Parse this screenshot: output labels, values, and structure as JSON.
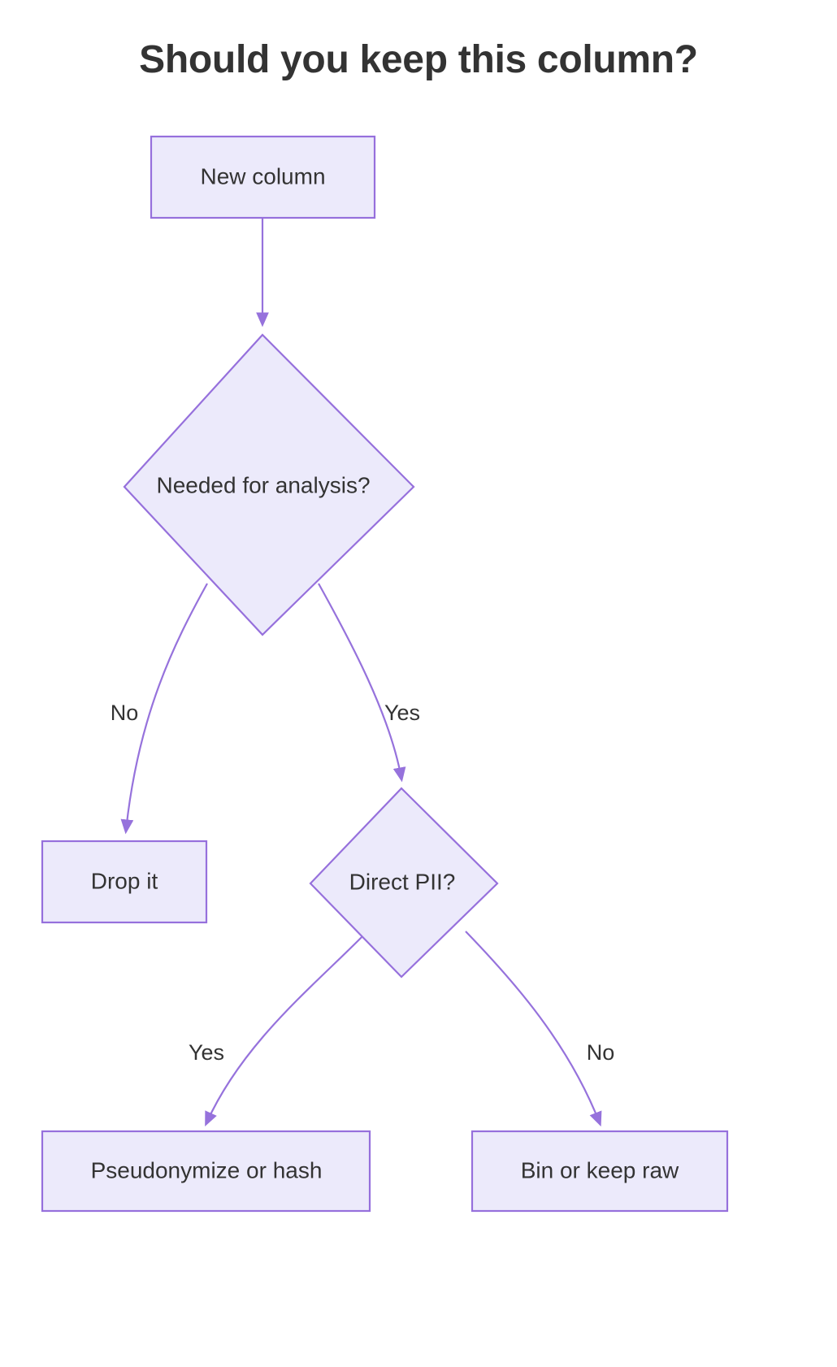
{
  "diagram": {
    "title": "Should you keep this column?",
    "type": "flowchart",
    "theme": {
      "node_fill": "#ECEAFB",
      "node_stroke": "#9670DC",
      "edge_stroke": "#9672DC",
      "text_color": "#333333",
      "title_color": "#333333",
      "background": "#FFFFFF"
    },
    "nodes": [
      {
        "id": "new-column",
        "label": "New column",
        "shape": "rect"
      },
      {
        "id": "needed",
        "label": "Needed for analysis?",
        "shape": "diamond"
      },
      {
        "id": "drop-it",
        "label": "Drop it",
        "shape": "rect"
      },
      {
        "id": "direct-pii",
        "label": "Direct PII?",
        "shape": "diamond"
      },
      {
        "id": "pseudonymize",
        "label": "Pseudonymize or hash",
        "shape": "rect"
      },
      {
        "id": "bin-or-keep",
        "label": "Bin or keep raw",
        "shape": "rect"
      }
    ],
    "edges": [
      {
        "from": "new-column",
        "to": "needed",
        "label": ""
      },
      {
        "from": "needed",
        "to": "drop-it",
        "label": "No"
      },
      {
        "from": "needed",
        "to": "direct-pii",
        "label": "Yes"
      },
      {
        "from": "direct-pii",
        "to": "pseudonymize",
        "label": "Yes"
      },
      {
        "from": "direct-pii",
        "to": "bin-or-keep",
        "label": "No"
      }
    ],
    "edge_labels": {
      "needed_no": "No",
      "needed_yes": "Yes",
      "pii_yes": "Yes",
      "pii_no": "No"
    }
  }
}
